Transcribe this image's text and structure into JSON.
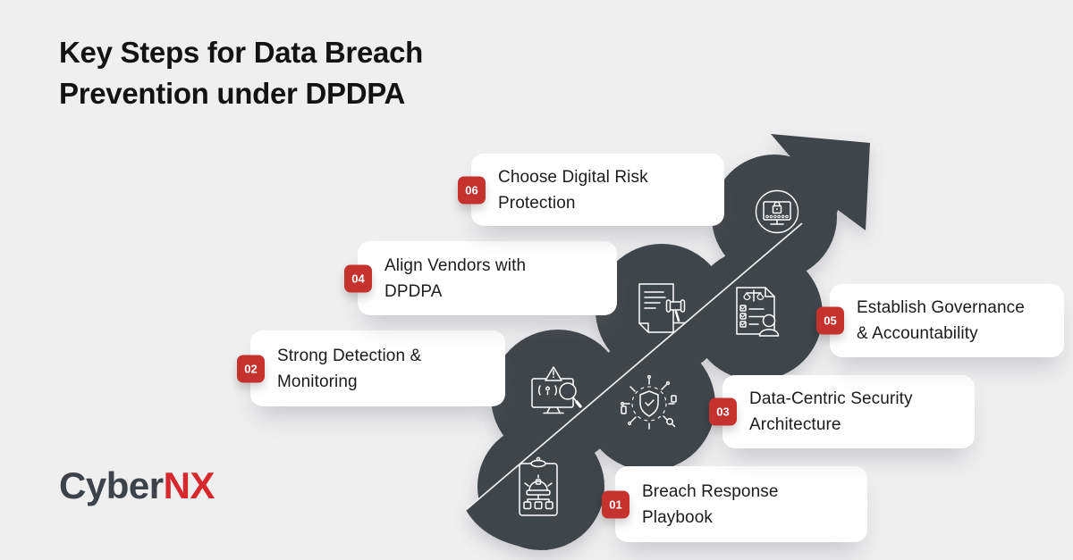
{
  "title": "Key Steps for Data Breach\nPrevention under DPDPA",
  "logo": {
    "part1": "Cyber",
    "part2": "NX"
  },
  "colors": {
    "background": "#efeff0",
    "shape_dark": "#3f444a",
    "badge_red": "#c5322e",
    "logo_red": "#d7282d",
    "card_white": "#ffffff",
    "text_dark": "#1b1b1b"
  },
  "steps": [
    {
      "number": "01",
      "label": "Breach Response\nPlaybook",
      "icon": "clipboard-alarm-icon"
    },
    {
      "number": "02",
      "label": "Strong Detection &\nMonitoring",
      "icon": "monitor-alert-magnifier-icon"
    },
    {
      "number": "03",
      "label": "Data-Centric Security\nArchitecture",
      "icon": "shield-circuit-icon"
    },
    {
      "number": "04",
      "label": "Align Vendors with\nDPDPA",
      "icon": "document-gavel-icon"
    },
    {
      "number": "05",
      "label": "Establish Governance\n& Accountability",
      "icon": "checklist-scales-person-icon"
    },
    {
      "number": "06",
      "label": "Choose Digital Risk\nProtection",
      "icon": "monitor-lock-icon"
    }
  ]
}
